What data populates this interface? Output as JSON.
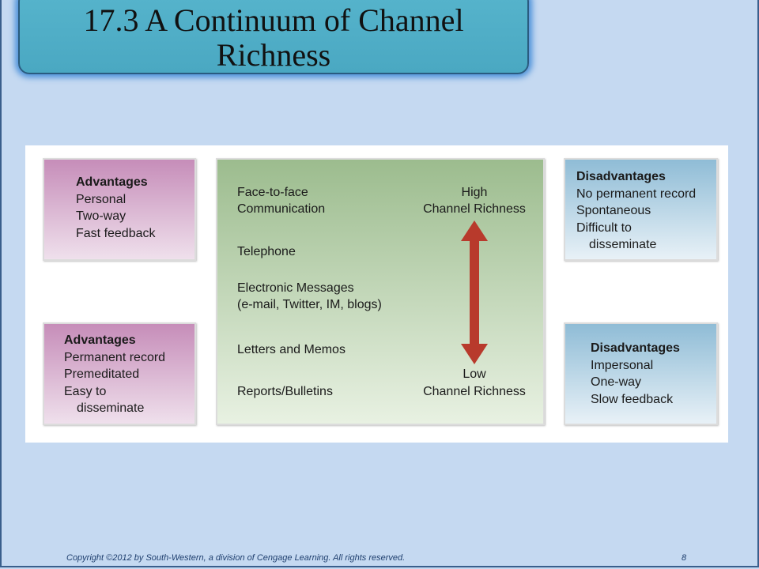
{
  "slide": {
    "title_line1": "17.3 A Continuum of Channel",
    "title_line2": "Richness"
  },
  "diagram": {
    "top_left": {
      "heading": "Advantages",
      "items": [
        "Personal",
        "Two-way",
        "Fast feedback"
      ]
    },
    "bottom_left": {
      "heading": "Advantages",
      "items": [
        "Permanent record",
        "Premeditated",
        "Easy to",
        "disseminate"
      ]
    },
    "top_right": {
      "heading": "Disadvantages",
      "items": [
        "No permanent record",
        "Spontaneous",
        "Difficult to",
        "disseminate"
      ]
    },
    "bottom_right": {
      "heading": "Disadvantages",
      "items": [
        "Impersonal",
        "One-way",
        "Slow feedback"
      ]
    },
    "channels": [
      "Face-to-face",
      "Communication",
      "Telephone",
      "Electronic Messages",
      "(e-mail, Twitter, IM, blogs)",
      "Letters and Memos",
      "Reports/Bulletins"
    ],
    "high_label": "High",
    "high_sub": "Channel Richness",
    "low_label": "Low",
    "low_sub": "Channel Richness",
    "arrow_color": "#b83a2c"
  },
  "footer": {
    "copyright": "Copyright ©2012 by South-Western, a division of Cengage Learning. All rights reserved.",
    "page_number": "8"
  }
}
